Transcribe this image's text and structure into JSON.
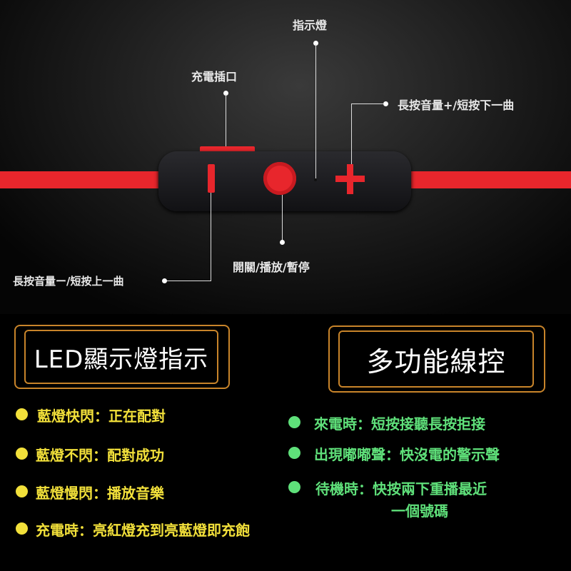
{
  "diagram": {
    "labels": {
      "indicator": "指示燈",
      "charge_port": "充電插口",
      "volume_up": "長按音量+/短按下一曲",
      "power_play": "開關/播放/暫停",
      "volume_down": "長按音量ー/短按上一曲"
    },
    "colors": {
      "cable": "#e8262c",
      "led_text": "#f2e03a",
      "control_text": "#5fe07a",
      "frame": "#c8842a"
    }
  },
  "led_section": {
    "title": "LED顯示燈指示",
    "items": [
      "藍燈快閃：正在配對",
      "藍燈不閃：配對成功",
      "藍燈慢閃：播放音樂",
      "充電時：亮紅燈充到亮藍燈即充飽"
    ]
  },
  "control_section": {
    "title": "多功能線控",
    "items": [
      "來電時：短按接聽長按拒接",
      "出現嘟嘟聲：快沒電的警示聲",
      "待機時：快按兩下重播最近"
    ],
    "item3_cont": "一個號碼"
  }
}
